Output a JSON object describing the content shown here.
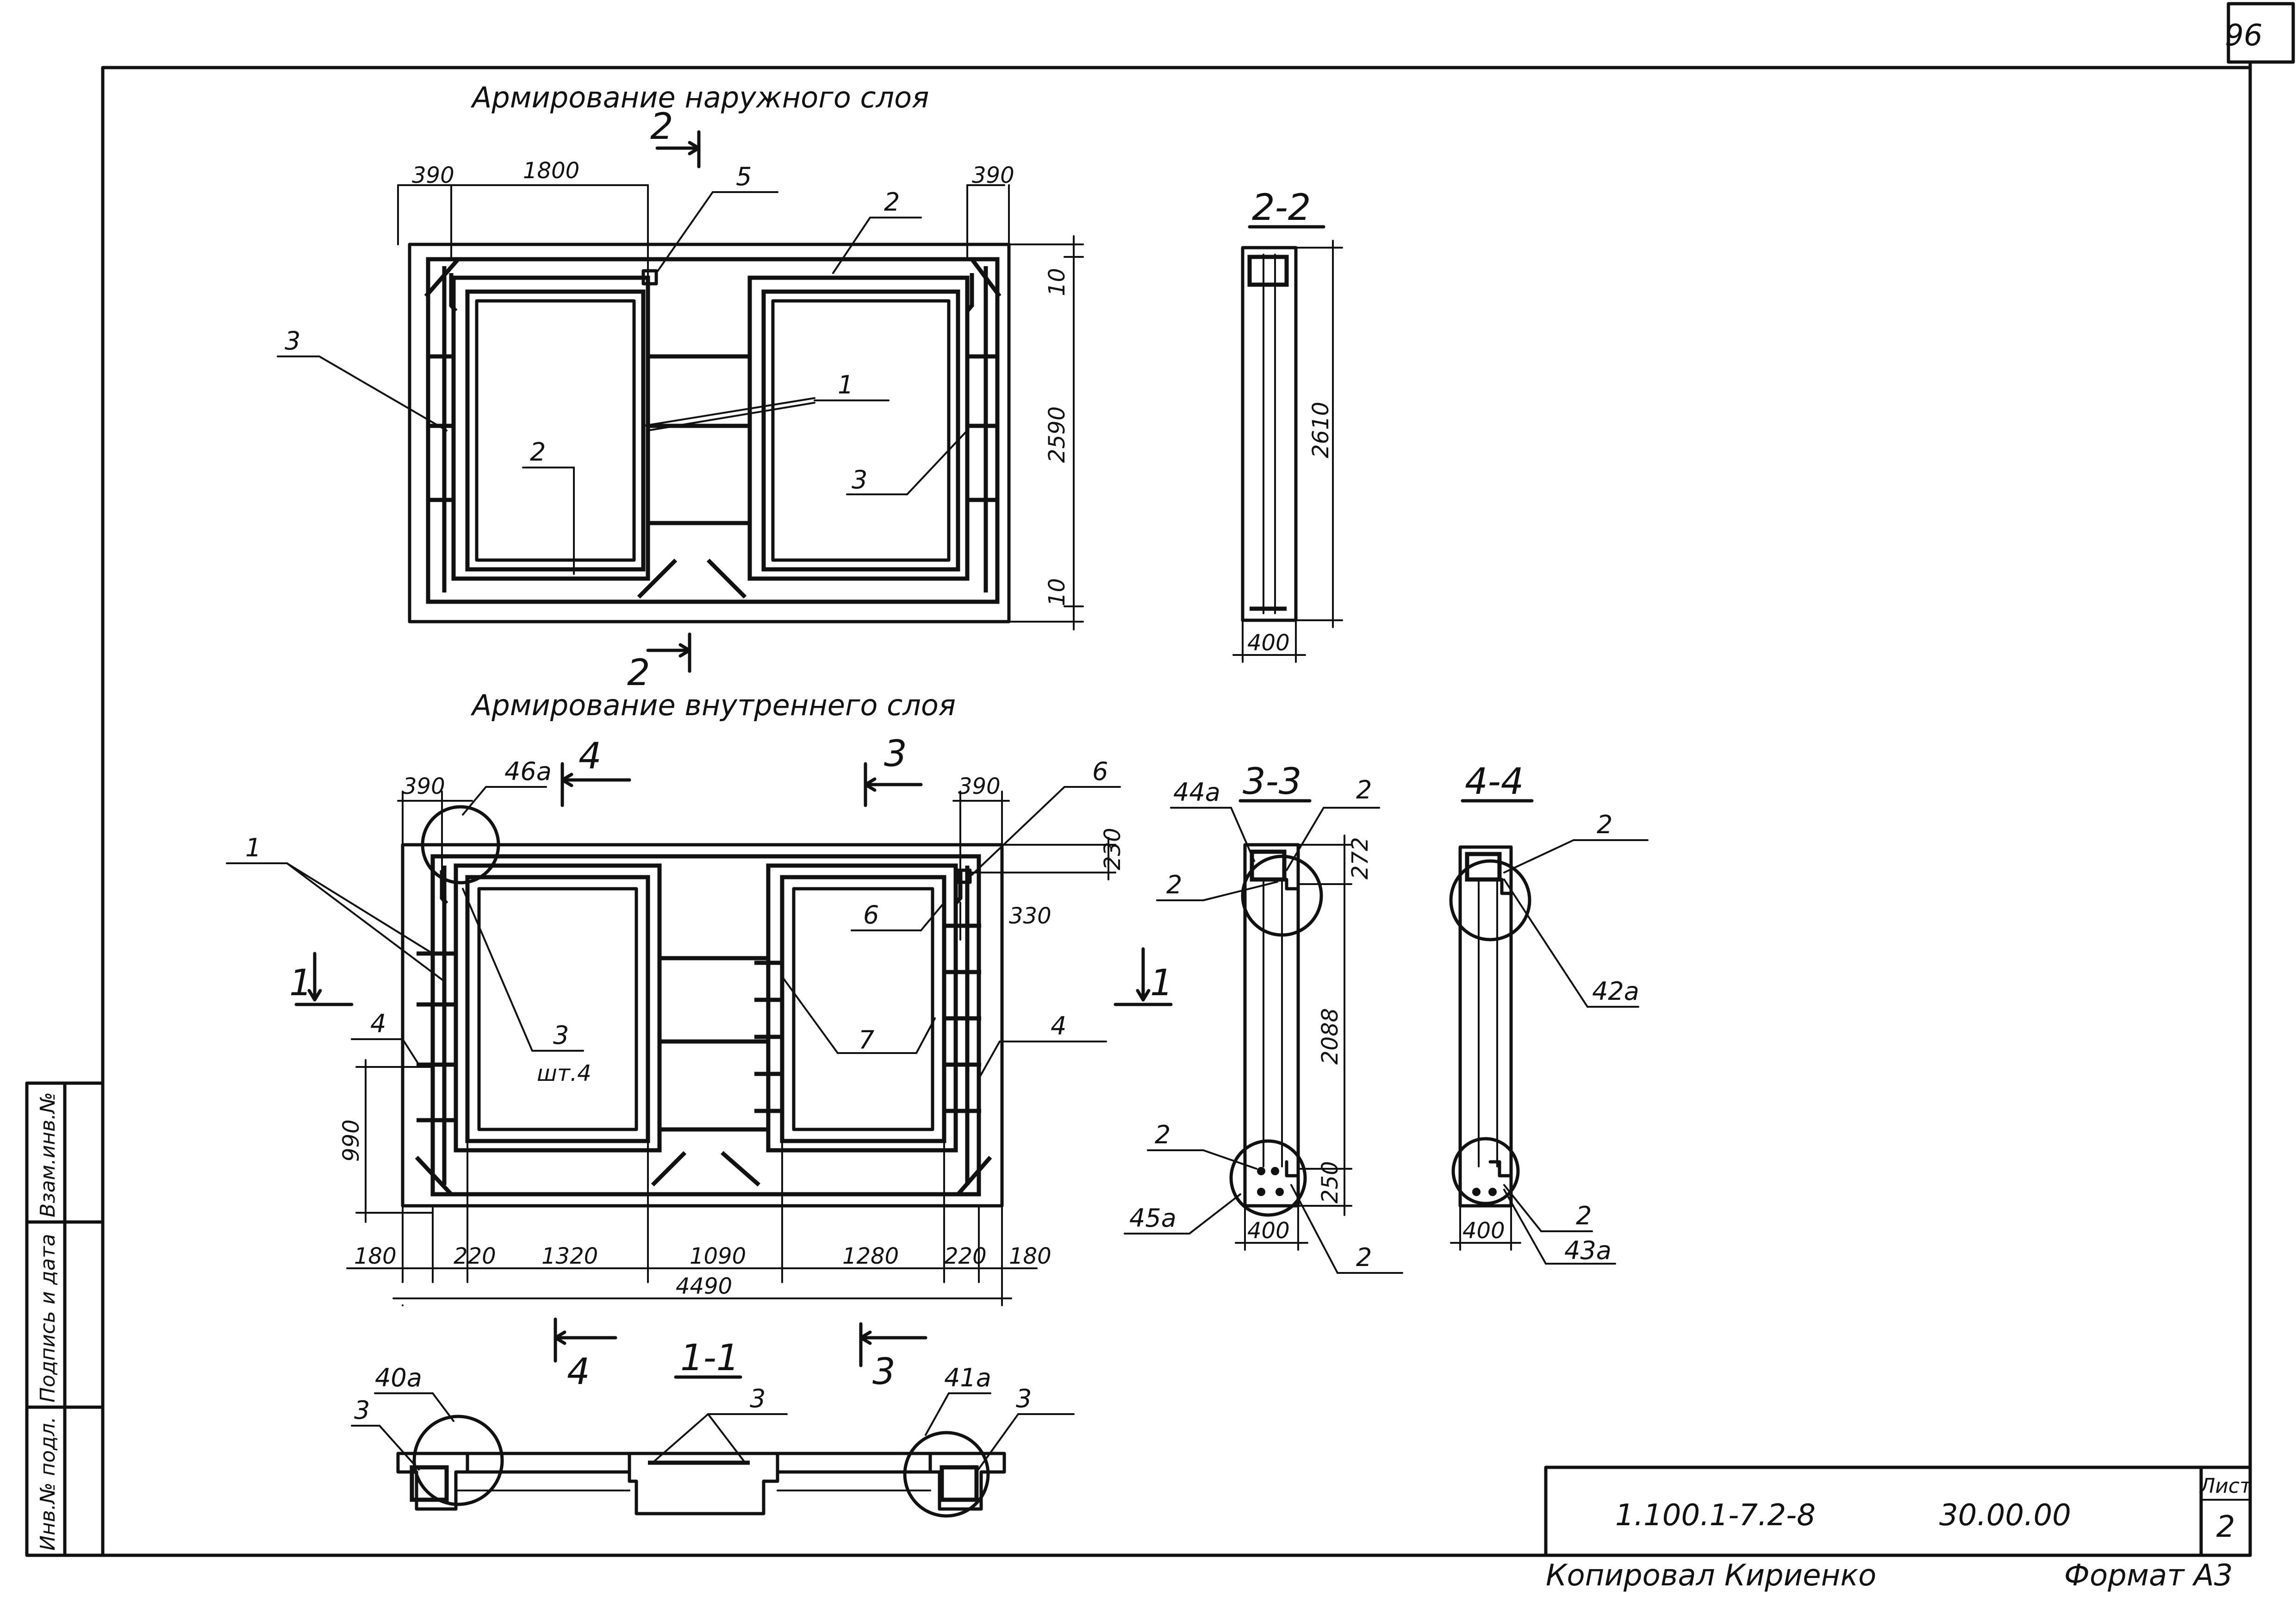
{
  "sheet": {
    "page_number": "96",
    "designation": "1.100.1-7.2-8",
    "code": "30.00.00",
    "list_label": "Лист",
    "list_number": "2",
    "copied_by": "Копировал Кириенко",
    "format": "Формат А3"
  },
  "side_stamp": {
    "inv_podl": "Инв.№ подл.",
    "signature_date": "Подпись и дата",
    "vzam_inv": "Взам.инв.№"
  },
  "outer_layer": {
    "title": "Армирование наружного слоя",
    "dims": {
      "d1800": "1800",
      "d390_left": "390",
      "d390_right": "390",
      "d10_top": "10",
      "d2590": "2590",
      "d10_bottom": "10"
    },
    "labels": {
      "l5": "5",
      "l2_top": "2",
      "l3_left": "3",
      "l1": "1",
      "l2_mid": "2",
      "l3_right": "3"
    },
    "cut_2_top": "2",
    "cut_2_bottom": "2"
  },
  "section_2_2": {
    "title": "2-2",
    "dims": {
      "height": "2610",
      "width": "400"
    }
  },
  "inner_layer": {
    "title": "Армирование внутреннего слоя",
    "dims": {
      "d390_left": "390",
      "d390_right": "390",
      "d230": "230",
      "d330": "330",
      "d990": "990",
      "b180_left": "180",
      "b220_left": "220",
      "b1320": "1320",
      "b1090": "1090",
      "b1280": "1280",
      "b220_right": "220",
      "b180_right": "180",
      "total": "4490"
    },
    "labels": {
      "l46a": "46а",
      "l6_top": "6",
      "l1_left": "1",
      "l4_left": "4",
      "l3": "3",
      "l3_qty": "шт.4",
      "l6_inner": "6",
      "l7": "7",
      "l4_right": "4"
    },
    "cut_4_top": "4",
    "cut_3_top": "3",
    "cut_1_left": "1",
    "cut_1_right": "1",
    "cut_4_bottom": "4",
    "cut_3_bottom": "3"
  },
  "section_3_3": {
    "title": "3-3",
    "dims": {
      "d272": "272",
      "d2088": "2088",
      "d250": "250",
      "width": "400"
    },
    "labels": {
      "l44a": "44а",
      "l2_top": "2",
      "l2_left": "2",
      "l2_botleft": "2",
      "l45a": "45а",
      "l2_botright": "2"
    }
  },
  "section_4_4": {
    "title": "4-4",
    "dims": {
      "width": "400"
    },
    "labels": {
      "l2_top": "2",
      "l42a": "42а",
      "l2_bottom": "2",
      "l43a": "43а"
    }
  },
  "section_1_1": {
    "title": "1-1",
    "labels": {
      "l40a": "40а",
      "l3_left": "3",
      "l3_mid": "3",
      "l41a": "41а",
      "l3_right": "3"
    }
  }
}
